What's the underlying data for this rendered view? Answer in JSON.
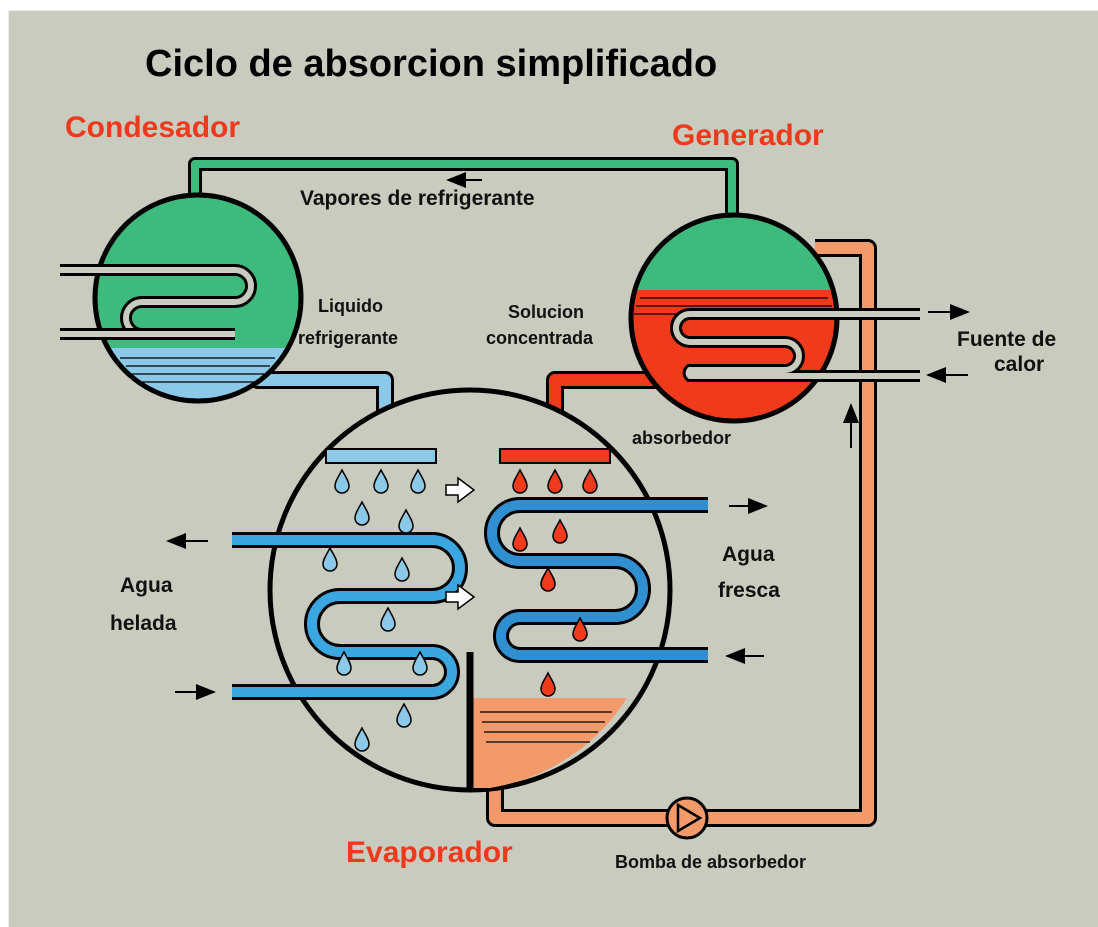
{
  "title": "Ciclo de absorcion simplificado",
  "components": {
    "condensador": "Condesador",
    "generador": "Generador",
    "evaporador": "Evaporador"
  },
  "labels": {
    "vapor": "Vapores de refrigerante",
    "liquido_1": "Liquido",
    "liquido_2": "refrigerante",
    "solucion_1": "Solucion",
    "solucion_2": "concentrada",
    "absorbedor": "absorbedor",
    "fuente_1": "Fuente de",
    "fuente_2": "calor",
    "agua_fresca_1": "Agua",
    "agua_fresca_2": "fresca",
    "agua_helada_1": "Agua",
    "agua_helada_2": "helada",
    "bomba": "Bomba de absorbedor"
  },
  "colors": {
    "background": "#c9cbbe",
    "green": "#3dbb7d",
    "red": "#f03a1c",
    "light_blue": "#8cc9e8",
    "blue_pipe": "#2f8fd0",
    "orange": "#f29a6a",
    "component_label": "#ee3a1c"
  }
}
